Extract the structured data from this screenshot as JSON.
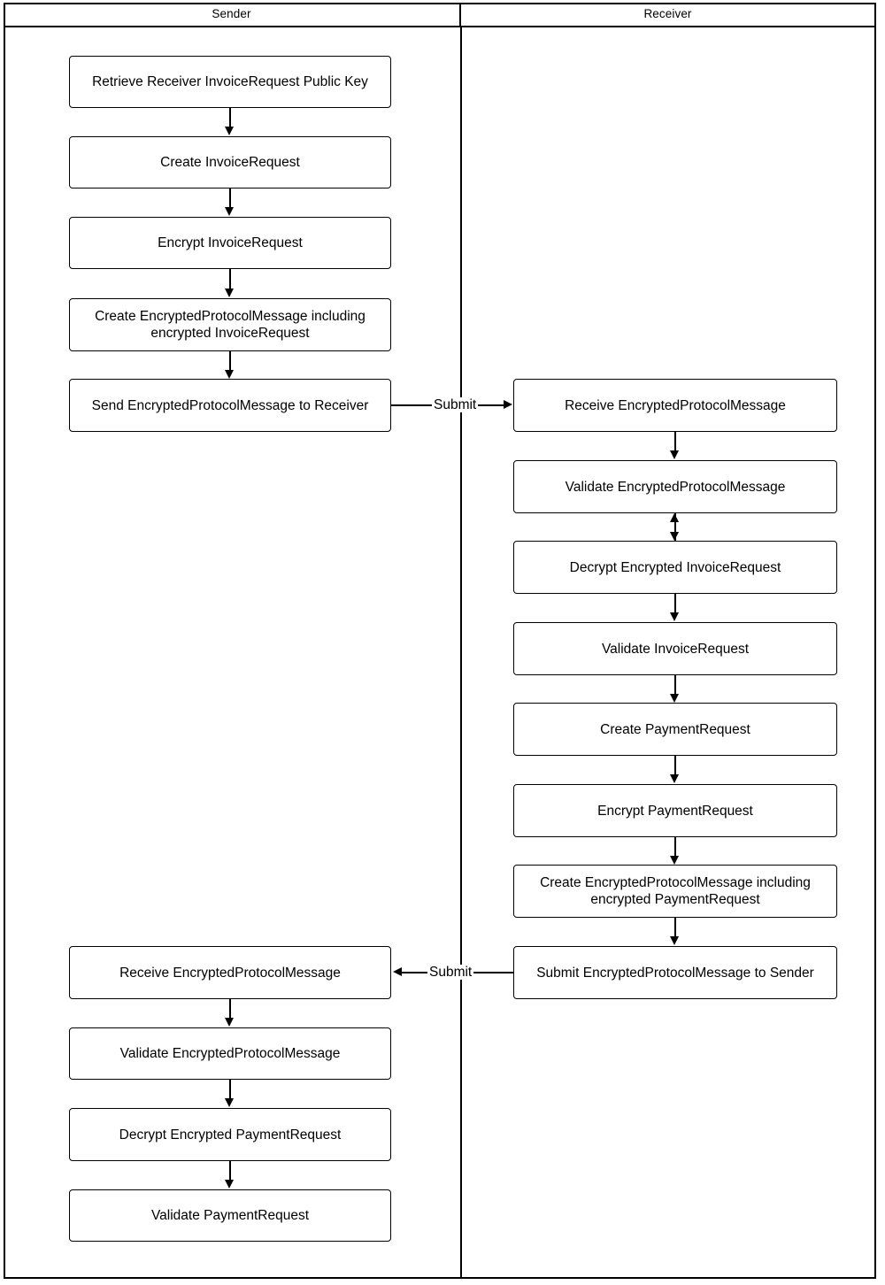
{
  "diagram": {
    "title_sender": "Sender",
    "title_receiver": "Receiver",
    "lanes": [
      {
        "id": "sender",
        "label": "Sender"
      },
      {
        "id": "receiver",
        "label": "Receiver"
      }
    ],
    "sender_nodes": [
      {
        "id": "s1",
        "label": "Retrieve Receiver InvoiceRequest Public Key"
      },
      {
        "id": "s2",
        "label": "Create InvoiceRequest"
      },
      {
        "id": "s3",
        "label": "Encrypt InvoiceRequest"
      },
      {
        "id": "s4",
        "label": "Create EncryptedProtocolMessage including encrypted InvoiceRequest"
      },
      {
        "id": "s5",
        "label": "Send EncryptedProtocolMessage to Receiver"
      },
      {
        "id": "s6",
        "label": "Receive EncryptedProtocolMessage"
      },
      {
        "id": "s7",
        "label": "Validate EncryptedProtocolMessage"
      },
      {
        "id": "s8",
        "label": "Decrypt Encrypted PaymentRequest"
      },
      {
        "id": "s9",
        "label": "Validate PaymentRequest"
      }
    ],
    "receiver_nodes": [
      {
        "id": "r1",
        "label": "Receive EncryptedProtocolMessage"
      },
      {
        "id": "r2",
        "label": "Validate EncryptedProtocolMessage"
      },
      {
        "id": "r3",
        "label": "Decrypt Encrypted InvoiceRequest"
      },
      {
        "id": "r4",
        "label": "Validate InvoiceRequest"
      },
      {
        "id": "r5",
        "label": "Create PaymentRequest"
      },
      {
        "id": "r6",
        "label": "Encrypt PaymentRequest"
      },
      {
        "id": "r7",
        "label": "Create EncryptedProtocolMessage including encrypted PaymentRequest"
      },
      {
        "id": "r8",
        "label": "Submit EncryptedProtocolMessage to Sender"
      }
    ],
    "edge_labels": {
      "submit_to_receiver": "Submit",
      "submit_to_sender": "Submit"
    },
    "colors": {
      "stroke": "#000000",
      "fill": "#ffffff",
      "text": "#000000"
    }
  }
}
